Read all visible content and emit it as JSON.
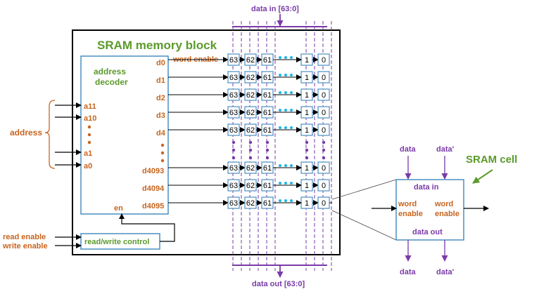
{
  "block_title": "SRAM memory block",
  "decoder": {
    "title_line1": "address",
    "title_line2": "decoder",
    "inputs": [
      "a11",
      "a10",
      "a1",
      "a0"
    ],
    "outputs": [
      "d0",
      "d1",
      "d2",
      "d3",
      "d4",
      "d4093",
      "d4094",
      "d4095"
    ],
    "enable_label": "en"
  },
  "address_label": "address",
  "word_enable_label": "word enable",
  "rw_control_label": "read/write control",
  "read_enable_label": "read enable",
  "write_enable_label": "write enable",
  "data_in_label": "data in [63:0]",
  "data_out_label": "data out [63:0]",
  "cell_columns": [
    "63",
    "62",
    "61",
    "1",
    "0"
  ],
  "sram_cell": {
    "title": "SRAM cell",
    "data_in": "data in",
    "data_out": "data out",
    "word_enable_left": [
      "word",
      "enable"
    ],
    "word_enable_right": [
      "word",
      "enable"
    ],
    "top_labels": [
      "data",
      "data'"
    ],
    "bottom_labels": [
      "data",
      "data'"
    ]
  },
  "colors": {
    "orange": "#c8641e",
    "purple": "#7a3aa8",
    "green": "#5a9a2a",
    "cell_border": "#4a8fc0",
    "dots": "#1fb4e6"
  }
}
